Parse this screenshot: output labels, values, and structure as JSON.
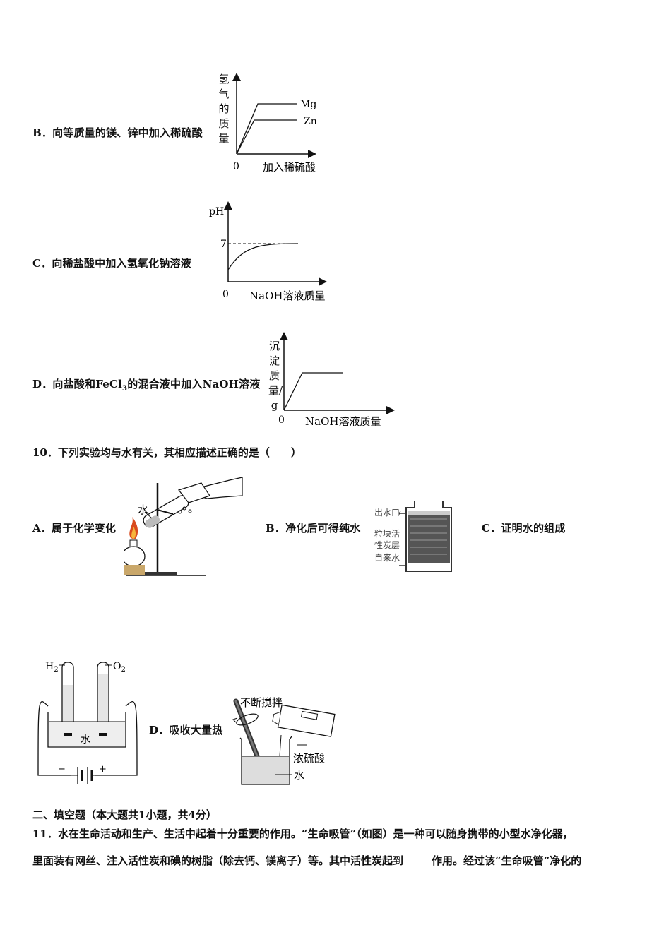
{
  "q9": {
    "optB": {
      "text": "B．向等质量的镁、锌中加入稀硫酸",
      "ylabel": "氢气的质量",
      "xlabel": "加入稀硫酸",
      "origin": "0",
      "series": [
        "Mg",
        "Zn"
      ]
    },
    "optC": {
      "text": "C．向稀盐酸中加入氢氧化钠溶液",
      "ylabel": "pH",
      "xlabel": "NaOH溶液质量",
      "origin": "0",
      "tick": "7"
    },
    "optD": {
      "text_pre": "D．向盐酸和FeCl",
      "text_sub": "3",
      "text_post": "的混合液中加入NaOH溶液",
      "ylabel": "沉淀质量/g",
      "xlabel": "NaOH溶液质量",
      "origin": "0"
    }
  },
  "q10": {
    "stem": "10．下列实验均与水有关，其相应描述正确的是（　　）",
    "optA": {
      "text": "A．属于化学变化",
      "fig_label": "水"
    },
    "optB": {
      "text": "B．净化后可得纯水",
      "outlet": "出水口",
      "layer1": "粒块活",
      "layer2": "性炭层",
      "inlet": "自来水"
    },
    "optC": {
      "text": "C．证明水的组成",
      "h2": "H",
      "h2_sub": "2",
      "o2": "O",
      "o2_sub": "2",
      "water": "水",
      "minus": "−",
      "plus": "+"
    },
    "optD": {
      "text": "D．吸收大量热",
      "stir": "不断搅拌",
      "acid": "浓硫酸",
      "water": "水"
    }
  },
  "section2": {
    "heading": "二、填空题（本大题共1小题，共4分）",
    "q11_line1": "11．水在生命活动和生产、生活中起着十分重要的作用。“生命吸管”（如图）是一种可以随身携带的小型水净化器，",
    "q11_line2_pre": "里面装有网丝、注入活性炭和碘的树脂（除去钙、镁离子）等。其中活性炭起到",
    "q11_line2_post": "作用。经过该“生命吸管”净化的"
  }
}
